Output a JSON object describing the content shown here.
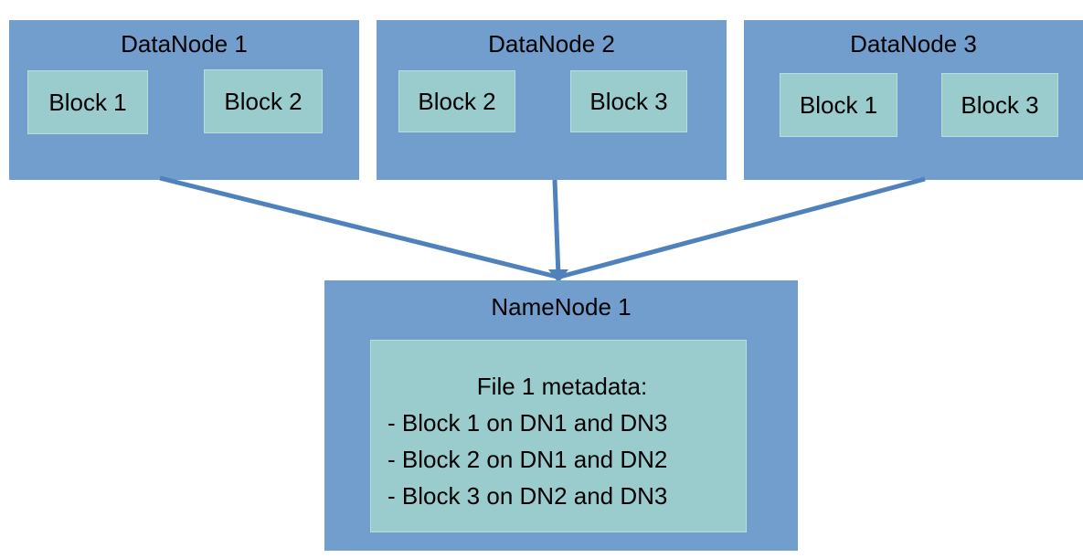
{
  "diagram": {
    "datanodes": [
      {
        "title": "DataNode 1",
        "blocks": [
          "Block 1",
          "Block 2"
        ]
      },
      {
        "title": "DataNode 2",
        "blocks": [
          "Block 2",
          "Block 3"
        ]
      },
      {
        "title": "DataNode 3",
        "blocks": [
          "Block 1",
          "Block 3"
        ]
      }
    ],
    "namenode": {
      "title": "NameNode 1",
      "metadata_heading": "File 1 metadata:",
      "metadata_lines": [
        "- Block 1 on DN1 and DN3",
        "- Block 2 on DN1 and DN2",
        "- Block 3 on DN2 and DN3"
      ]
    },
    "colors": {
      "node_fill": "#729ECE",
      "block_fill": "#9ACCCD",
      "connector": "#4F81BD",
      "text": "#000000",
      "canvas_bg": "#FFFFFF"
    }
  }
}
